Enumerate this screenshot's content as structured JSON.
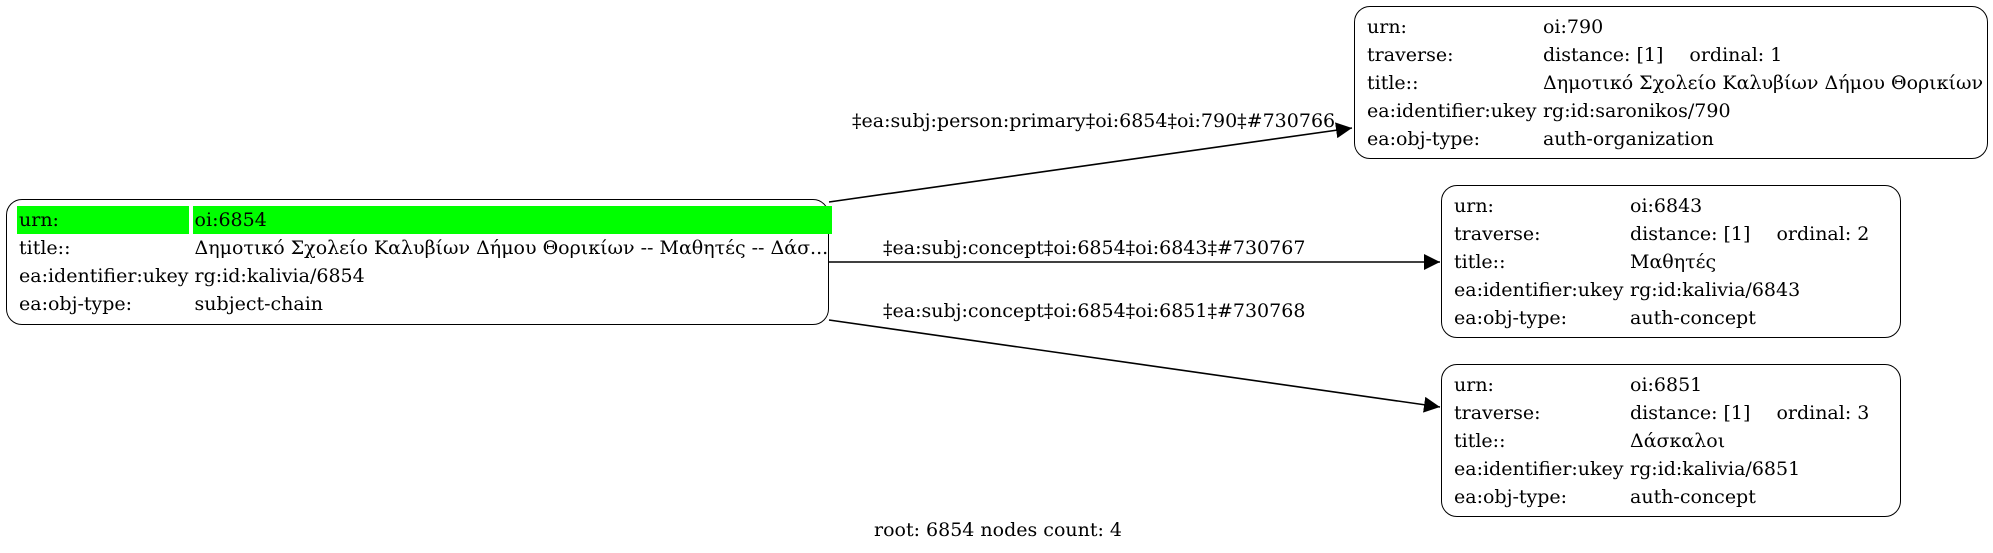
{
  "root_node": {
    "urn_key": "urn:",
    "urn": "oi:6854",
    "title_key": "title::",
    "title": "Δημοτικό Σχολείο Καλυβίων Δήμου Θορικίων -- Μαθητές -- Δάσ...",
    "ukey_key": "ea:identifier:ukey",
    "ukey": "rg:id:kalivia/6854",
    "type_key": "ea:obj-type:",
    "type": "subject-chain"
  },
  "nodes": [
    {
      "urn_key": "urn:",
      "urn": "oi:790",
      "traverse_key": "traverse:",
      "distance": "distance: [1]",
      "ordinal": "ordinal: 1",
      "title_key": "title::",
      "title": "Δημοτικό Σχολείο Καλυβίων Δήμου Θορικίων",
      "ukey_key": "ea:identifier:ukey",
      "ukey": "rg:id:saronikos/790",
      "type_key": "ea:obj-type:",
      "type": "auth-organization"
    },
    {
      "urn_key": "urn:",
      "urn": "oi:6843",
      "traverse_key": "traverse:",
      "distance": "distance: [1]",
      "ordinal": "ordinal: 2",
      "title_key": "title::",
      "title": "Μαθητές",
      "ukey_key": "ea:identifier:ukey",
      "ukey": "rg:id:kalivia/6843",
      "type_key": "ea:obj-type:",
      "type": "auth-concept"
    },
    {
      "urn_key": "urn:",
      "urn": "oi:6851",
      "traverse_key": "traverse:",
      "distance": "distance: [1]",
      "ordinal": "ordinal: 3",
      "title_key": "title::",
      "title": "Δάσκαλοι",
      "ukey_key": "ea:identifier:ukey",
      "ukey": "rg:id:kalivia/6851",
      "type_key": "ea:obj-type:",
      "type": "auth-concept"
    }
  ],
  "edges": [
    "‡ea:subj:person:primary‡oi:6854‡oi:790‡#730766",
    "‡ea:subj:concept‡oi:6854‡oi:6843‡#730767",
    "‡ea:subj:concept‡oi:6854‡oi:6851‡#730768"
  ],
  "footer": "root: 6854 nodes count: 4"
}
